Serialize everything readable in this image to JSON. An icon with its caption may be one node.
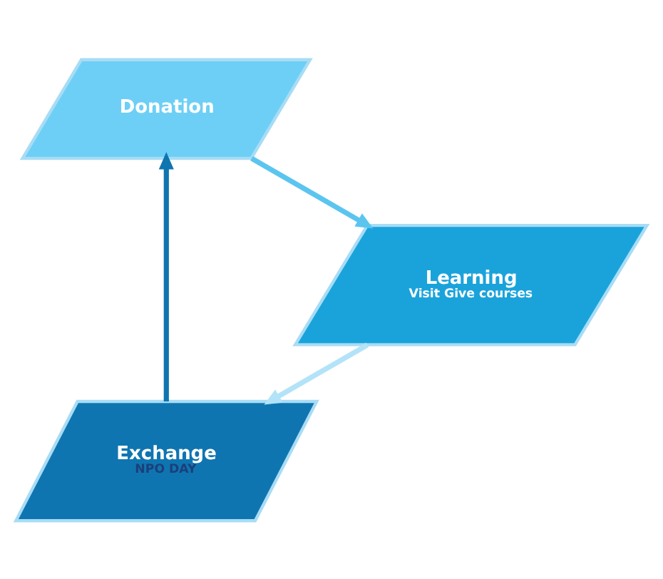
{
  "diagram": {
    "nodes": [
      {
        "text": [
          "Exchange",
          "NPO DAY"
        ]
      },
      {
        "text": [
          "Donation"
        ]
      },
      {
        "text": [
          "Learning",
          "Visit Give courses"
        ]
      }
    ],
    "edges": [
      {
        "from": 0,
        "to": 1,
        "arrow": "to",
        "color": "#0f75b0"
      },
      {
        "from": 1,
        "to": 2,
        "arrow": "to",
        "color": "#5bc5f0"
      },
      {
        "from": 2,
        "to": 0,
        "arrow": "to",
        "color": "#b3e3f8"
      }
    ]
  }
}
